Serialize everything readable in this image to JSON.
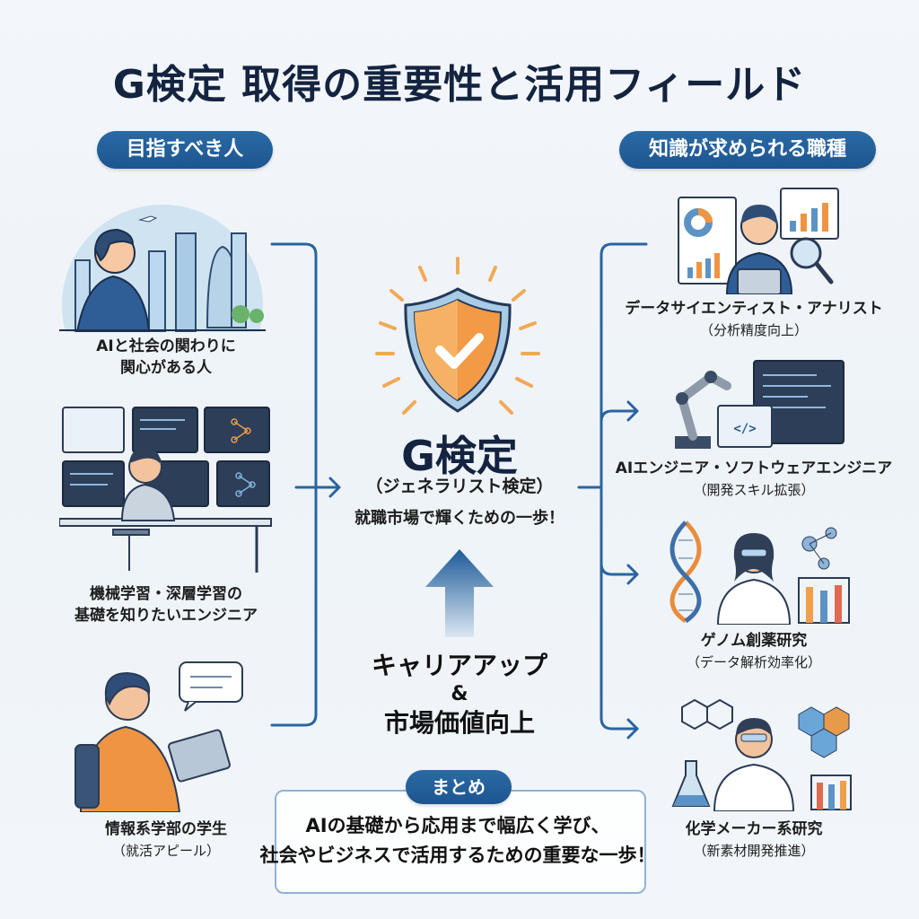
{
  "title": "G検定 取得の重要性と活用フィールド",
  "left": {
    "header": "目指すべき人",
    "items": [
      {
        "line1": "AIと社会の関わりに",
        "line2": "関心がある人",
        "icon": "city-person-illustration"
      },
      {
        "line1": "機械学習・深層学習の",
        "line2": "基礎を知りたいエンジニア",
        "icon": "engineer-monitors-illustration"
      },
      {
        "line1": "情報系学部の学生",
        "line2": "（就活アピール）",
        "icon": "student-tablet-illustration"
      }
    ]
  },
  "center": {
    "icon": "shield-check-icon",
    "title": "G検定",
    "subtitle": "（ジェネラリスト検定）",
    "tagline": "就職市場で輝くための一歩！",
    "career_line1": "キャリアアップ",
    "career_amp": "&",
    "career_line2": "市場価値向上"
  },
  "right": {
    "header": "知識が求められる職種",
    "items": [
      {
        "line1": "データサイエンティスト・アナリスト",
        "line2": "（分析精度向上）",
        "icon": "data-analyst-illustration"
      },
      {
        "line1": "AIエンジニア・ソフトウェアエンジニア",
        "line2": "（開発スキル拡張）",
        "icon": "robot-arm-code-illustration"
      },
      {
        "line1": "ゲノム創薬研究",
        "line2": "（データ解析効率化）",
        "icon": "dna-researcher-illustration"
      },
      {
        "line1": "化学メーカー系研究",
        "line2": "（新素材開発推進）",
        "icon": "chemist-illustration"
      }
    ]
  },
  "summary": {
    "label": "まとめ",
    "line1": "AIの基礎から応用まで幅広く学び、",
    "line2": "社会やビジネスで活用するための重要な一歩！"
  },
  "colors": {
    "primary": "#1d5590",
    "title": "#14233f",
    "accent_orange": "#f0a04b",
    "line": "#2a64a0"
  }
}
